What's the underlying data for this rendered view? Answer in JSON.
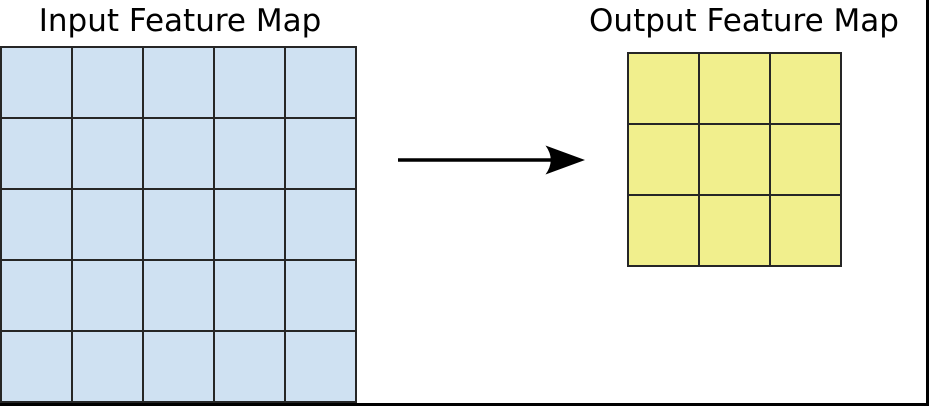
{
  "diagram": {
    "background": "#ffffff",
    "grid_line_color": "#262626",
    "figure_border_color": "#000000",
    "input": {
      "title": "Input Feature Map",
      "rows": 5,
      "cols": 5,
      "cell_color": "#cfe1f2"
    },
    "output": {
      "title": "Output Feature Map",
      "rows": 3,
      "cols": 3,
      "cell_color": "#f1ef8d"
    },
    "arrow": {
      "direction": "right",
      "color": "#000000"
    }
  }
}
